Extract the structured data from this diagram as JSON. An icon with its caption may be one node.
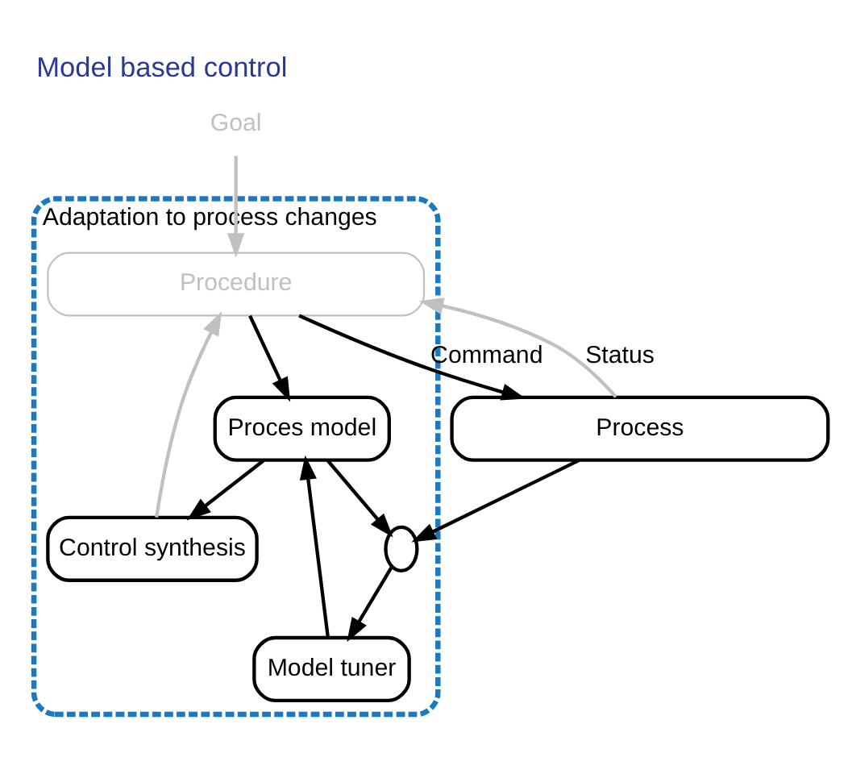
{
  "diagram": {
    "title": "Model based control",
    "nodes": [
      {
        "text": [
          "Goal"
        ]
      },
      {
        "text": [
          "Adaptation to process changes"
        ]
      },
      {
        "text": [
          "Procedure"
        ],
        "in": 1
      },
      {
        "text": [
          "Control synthesis"
        ],
        "in": 1
      },
      {
        "text": [
          "Proces model"
        ],
        "in": 1
      },
      {
        "text": [],
        "shape": "circle",
        "in": 1
      },
      {
        "text": [
          "Model tuner"
        ],
        "in": 1
      },
      {
        "text": [
          "Process"
        ]
      }
    ],
    "edges": [
      {
        "from": 0,
        "to": 2,
        "arrow": "to",
        "color": "#c0c0c0"
      },
      {
        "from": 3,
        "to": 2,
        "arrow": "to",
        "color": "#c0c0c0"
      },
      {
        "from": 2,
        "to": 7,
        "arrow": "to",
        "label": "Command"
      },
      {
        "from": 2,
        "to": 4,
        "arrow": "to"
      },
      {
        "from": 4,
        "to": 3,
        "arrow": "to"
      },
      {
        "from": 4,
        "to": 5,
        "arrow": "to"
      },
      {
        "from": 7,
        "to": 5,
        "arrow": "to"
      },
      {
        "from": 7,
        "to": 2,
        "arrow": "to",
        "label": "Status",
        "color": "#c0c0c0"
      },
      {
        "from": 5,
        "to": 6,
        "arrow": "to"
      },
      {
        "from": 6,
        "to": 4,
        "arrow": "to"
      }
    ]
  }
}
